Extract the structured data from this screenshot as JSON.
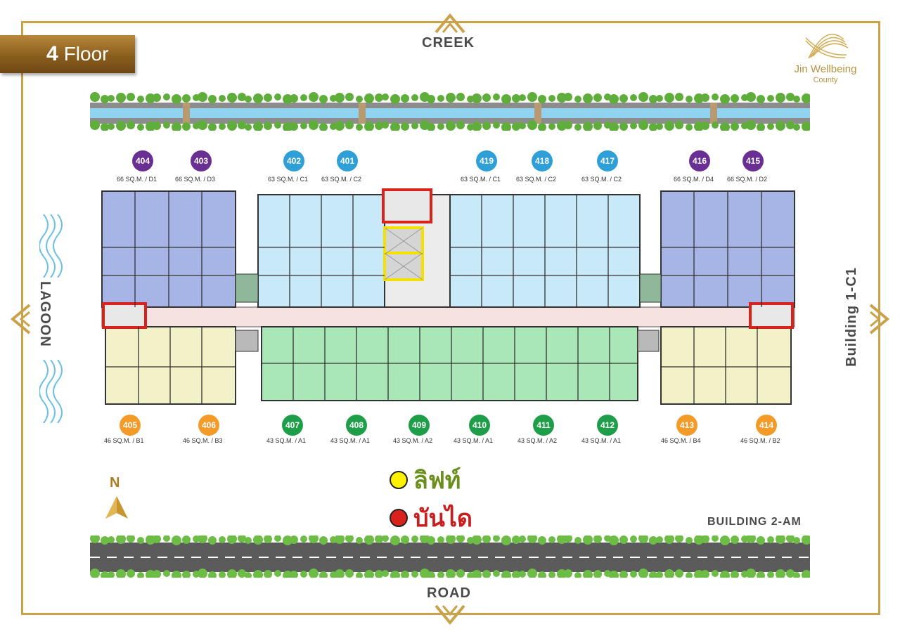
{
  "floor": {
    "number": "4",
    "label": "Floor"
  },
  "directions": {
    "top": "CREEK",
    "bottom": "ROAD",
    "left": "LAGOON",
    "right": "Building 1-C1",
    "bottom_right": "BUILDING 2-AM"
  },
  "logo": {
    "name": "Jin Wellbeing",
    "sub": "County"
  },
  "colors": {
    "gold": "#c9a24a",
    "purple_unit": "#6a2f93",
    "blue_unit": "#2f9fd8",
    "green_unit": "#1f9e4a",
    "orange_unit": "#f39a27",
    "lift": "#fff200",
    "stair": "#d9221c"
  },
  "units_top": [
    {
      "no": "404",
      "area": "66 SQ.M. / D1",
      "kind": "purple"
    },
    {
      "no": "403",
      "area": "66 SQ.M. / D3",
      "kind": "purple"
    },
    {
      "no": "402",
      "area": "63 SQ.M. / C1",
      "kind": "blue"
    },
    {
      "no": "401",
      "area": "63 SQ.M. / C2",
      "kind": "blue"
    },
    {
      "no": "419",
      "area": "63 SQ.M. / C1",
      "kind": "blue"
    },
    {
      "no": "418",
      "area": "63 SQ.M. / C2",
      "kind": "blue"
    },
    {
      "no": "417",
      "area": "63 SQ.M. / C2",
      "kind": "blue"
    },
    {
      "no": "416",
      "area": "66 SQ.M. / D4",
      "kind": "purple"
    },
    {
      "no": "415",
      "area": "66 SQ.M. / D2",
      "kind": "purple"
    }
  ],
  "units_bottom": [
    {
      "no": "405",
      "area": "46 SQ.M. / B1",
      "kind": "orange"
    },
    {
      "no": "406",
      "area": "46 SQ.M. / B3",
      "kind": "orange"
    },
    {
      "no": "407",
      "area": "43 SQ.M. / A1",
      "kind": "green"
    },
    {
      "no": "408",
      "area": "43 SQ.M. / A1",
      "kind": "green"
    },
    {
      "no": "409",
      "area": "43 SQ.M. / A2",
      "kind": "green"
    },
    {
      "no": "410",
      "area": "43 SQ.M. / A1",
      "kind": "green"
    },
    {
      "no": "411",
      "area": "43 SQ.M. / A2",
      "kind": "green"
    },
    {
      "no": "412",
      "area": "43 SQ.M. / A1",
      "kind": "green"
    },
    {
      "no": "413",
      "area": "46 SQ.M. / B4",
      "kind": "orange"
    },
    {
      "no": "414",
      "area": "46 SQ.M. / B2",
      "kind": "orange"
    }
  ],
  "legend": {
    "lift": "ลิฟท์",
    "stair": "บันได"
  },
  "compass": {
    "n": "N"
  }
}
